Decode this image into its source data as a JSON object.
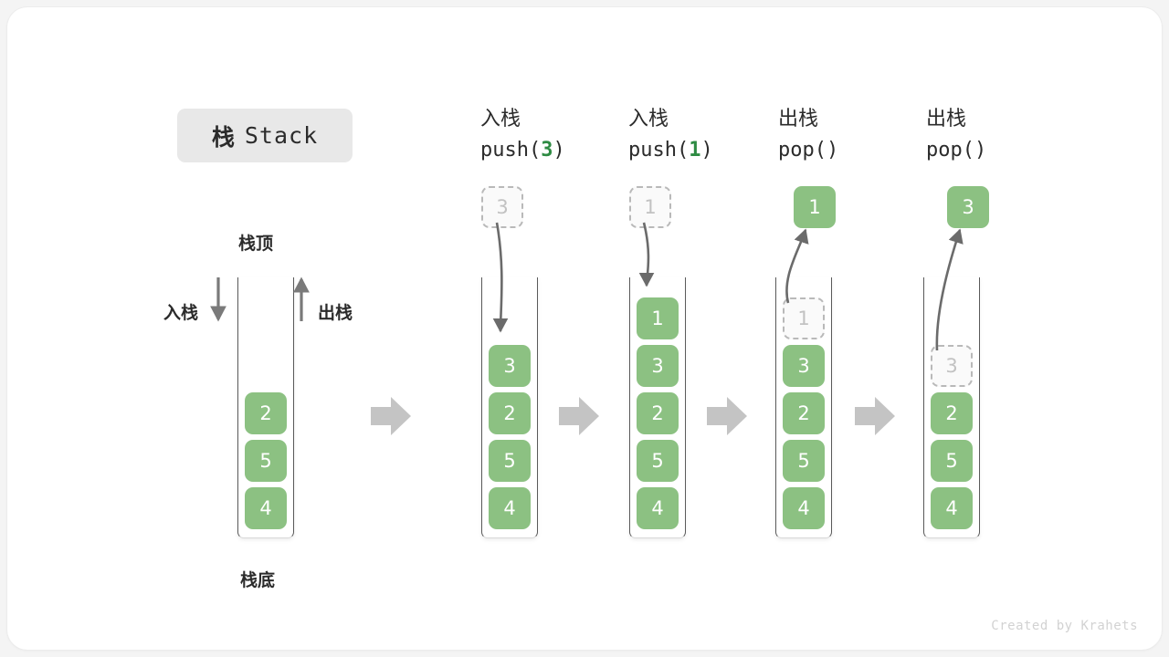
{
  "title": {
    "cn": "栈",
    "en": "Stack"
  },
  "labels": {
    "top": "栈顶",
    "bottom": "栈底",
    "push": "入栈",
    "pop": "出栈"
  },
  "colors": {
    "element": "#8cc182",
    "element_text": "#ffffff",
    "ghost_border": "#b9b9b9",
    "ghost_text": "#c2c2c2",
    "accent_number": "#2e8b43",
    "arrow": "#c4c4c4",
    "tube_wall": "#5a5a5a",
    "card": "#ffffff",
    "background": "#f4f4f4"
  },
  "initial_stack": {
    "name": "initial",
    "cells": [
      {
        "value": "2",
        "state": "filled"
      },
      {
        "value": "5",
        "state": "filled"
      },
      {
        "value": "4",
        "state": "filled"
      }
    ]
  },
  "steps": [
    {
      "id": "push-3",
      "op_cn": "入栈",
      "code_prefix": "push(",
      "code_arg": "3",
      "code_suffix": ")",
      "floating": {
        "value": "3",
        "state": "ghost"
      },
      "cells": [
        {
          "value": "3",
          "state": "filled"
        },
        {
          "value": "2",
          "state": "filled"
        },
        {
          "value": "5",
          "state": "filled"
        },
        {
          "value": "4",
          "state": "filled"
        }
      ]
    },
    {
      "id": "push-1",
      "op_cn": "入栈",
      "code_prefix": "push(",
      "code_arg": "1",
      "code_suffix": ")",
      "floating": {
        "value": "1",
        "state": "ghost"
      },
      "cells": [
        {
          "value": "1",
          "state": "filled"
        },
        {
          "value": "3",
          "state": "filled"
        },
        {
          "value": "2",
          "state": "filled"
        },
        {
          "value": "5",
          "state": "filled"
        },
        {
          "value": "4",
          "state": "filled"
        }
      ]
    },
    {
      "id": "pop-1",
      "op_cn": "出栈",
      "code_prefix": "pop(",
      "code_arg": "",
      "code_suffix": ")",
      "floating": {
        "value": "1",
        "state": "filled"
      },
      "cells": [
        {
          "value": "1",
          "state": "ghost"
        },
        {
          "value": "3",
          "state": "filled"
        },
        {
          "value": "2",
          "state": "filled"
        },
        {
          "value": "5",
          "state": "filled"
        },
        {
          "value": "4",
          "state": "filled"
        }
      ]
    },
    {
      "id": "pop-2",
      "op_cn": "出栈",
      "code_prefix": "pop(",
      "code_arg": "",
      "code_suffix": ")",
      "floating": {
        "value": "3",
        "state": "filled"
      },
      "cells": [
        {
          "value": "3",
          "state": "ghost"
        },
        {
          "value": "2",
          "state": "filled"
        },
        {
          "value": "5",
          "state": "filled"
        },
        {
          "value": "4",
          "state": "filled"
        }
      ]
    }
  ],
  "footer": "Created by Krahets"
}
